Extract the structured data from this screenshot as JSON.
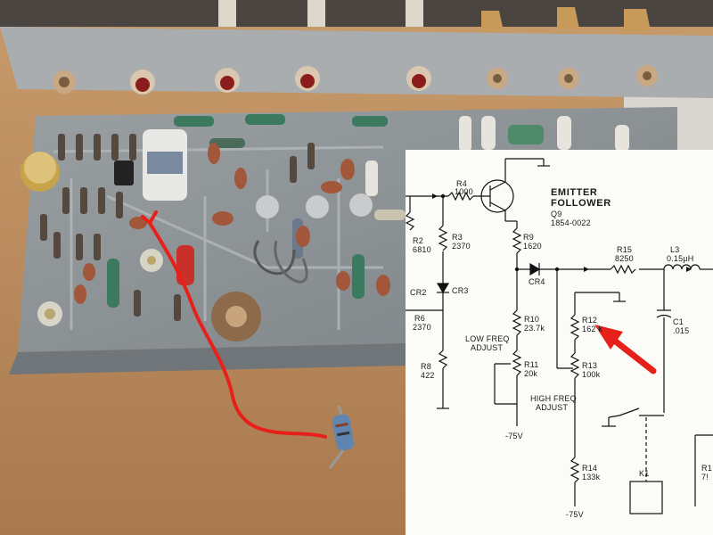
{
  "photo": {
    "description_icon": "circuit-board-photo",
    "colors": {
      "board": "#8e9496",
      "chassis": "#a7abae",
      "table": "#b98a5c",
      "annotation": "#e8201a"
    }
  },
  "schematic": {
    "emitter_follower_title": "EMITTER",
    "emitter_follower_title2": "FOLLOWER",
    "q9": "Q9",
    "q9_part": "1854-0022",
    "r4": "R4",
    "r4_val": "1000",
    "r2": "R2",
    "r2_val": "6810",
    "r3": "R3",
    "r3_val": "2370",
    "cr2": "CR2",
    "cr3": "CR3",
    "r6": "R6",
    "r6_val": "2370",
    "r8": "R8",
    "r8_val": "422",
    "r9": "R9",
    "r9_val": "1620",
    "cr4": "CR4",
    "r15": "R15",
    "r15_val": "8250",
    "l3": "L3",
    "l3_val": "0.15μH",
    "r10": "R10",
    "r10_val": "23.7k",
    "low_freq": "LOW FREQ",
    "low_freq2": "ADJUST",
    "r11": "R11",
    "r11_val": "20k",
    "neg75_a": "-75V",
    "r12": "R12",
    "r12_val": "162 k",
    "r13": "R13",
    "r13_val": "100k",
    "high_freq": "HIGH FREQ",
    "high_freq2": "ADJUST",
    "c1": "C1",
    "c1_val": ".015",
    "r14": "R14",
    "r14_val": "133k",
    "neg75_b": "-75V",
    "k1": "K1",
    "r_edge": "R1",
    "r_edge_val": "7!"
  }
}
